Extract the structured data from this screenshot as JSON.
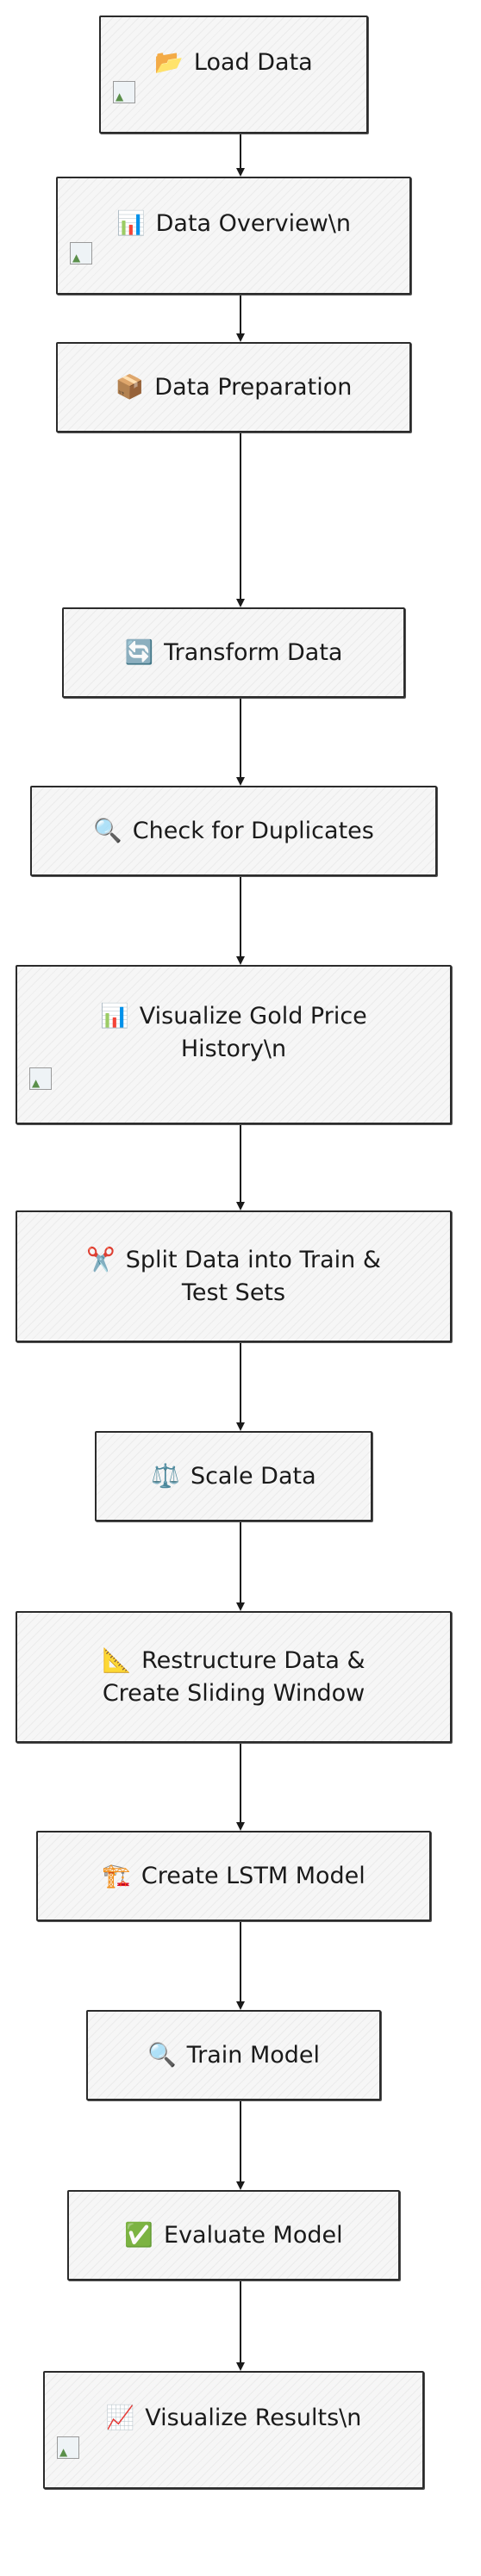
{
  "nodes": [
    {
      "id": "load-data",
      "icon": "📂",
      "icon_name": "folder-icon",
      "lines": [
        "Load Data"
      ],
      "image": true
    },
    {
      "id": "data-overview",
      "icon": "📊",
      "icon_name": "bar-chart-icon",
      "lines": [
        "Data Overview\\n"
      ],
      "image": true
    },
    {
      "id": "data-preparation",
      "icon": "📦",
      "icon_name": "package-icon",
      "lines": [
        "Data Preparation"
      ],
      "image": false
    },
    {
      "id": "transform-data",
      "icon": "🔄",
      "icon_name": "refresh-icon",
      "lines": [
        "Transform Data"
      ],
      "image": false
    },
    {
      "id": "check-duplicates",
      "icon": "🔍",
      "icon_name": "magnifier-icon",
      "lines": [
        "Check for Duplicates"
      ],
      "image": false
    },
    {
      "id": "visualize-gold-price",
      "icon": "📊",
      "icon_name": "bar-chart-icon",
      "lines": [
        "Visualize Gold Price",
        "History\\n"
      ],
      "image": true
    },
    {
      "id": "split-data",
      "icon": "✂️",
      "icon_name": "scissors-icon",
      "lines": [
        "Split Data into Train &",
        "Test Sets"
      ],
      "image": false
    },
    {
      "id": "scale-data",
      "icon": "⚖️",
      "icon_name": "balance-scale-icon",
      "lines": [
        "Scale Data"
      ],
      "image": false
    },
    {
      "id": "restructure-data",
      "icon": "📐",
      "icon_name": "triangle-ruler-icon",
      "lines": [
        "Restructure Data &",
        "Create Sliding Window"
      ],
      "image": false
    },
    {
      "id": "create-lstm",
      "icon": "🏗️",
      "icon_name": "construction-crane-icon",
      "lines": [
        "Create LSTM Model"
      ],
      "image": false
    },
    {
      "id": "train-model",
      "icon": "🔍",
      "icon_name": "magnifier-icon",
      "lines": [
        "Train Model"
      ],
      "image": false
    },
    {
      "id": "evaluate-model",
      "icon": "✅",
      "icon_name": "check-mark-icon",
      "lines": [
        "Evaluate Model"
      ],
      "image": false
    },
    {
      "id": "visualize-results",
      "icon": "📈",
      "icon_name": "line-chart-icon",
      "lines": [
        "Visualize Results\\n"
      ],
      "image": true
    }
  ],
  "edges": [
    [
      "load-data",
      "data-overview"
    ],
    [
      "data-overview",
      "data-preparation"
    ],
    [
      "data-preparation",
      "transform-data"
    ],
    [
      "transform-data",
      "check-duplicates"
    ],
    [
      "check-duplicates",
      "visualize-gold-price"
    ],
    [
      "visualize-gold-price",
      "split-data"
    ],
    [
      "split-data",
      "scale-data"
    ],
    [
      "scale-data",
      "restructure-data"
    ],
    [
      "restructure-data",
      "create-lstm"
    ],
    [
      "create-lstm",
      "train-model"
    ],
    [
      "train-model",
      "evaluate-model"
    ],
    [
      "evaluate-model",
      "visualize-results"
    ]
  ],
  "colors": {
    "stroke": "#2b2b2b",
    "fill": "#f6f6f6",
    "edge": "#1a1a1a"
  }
}
